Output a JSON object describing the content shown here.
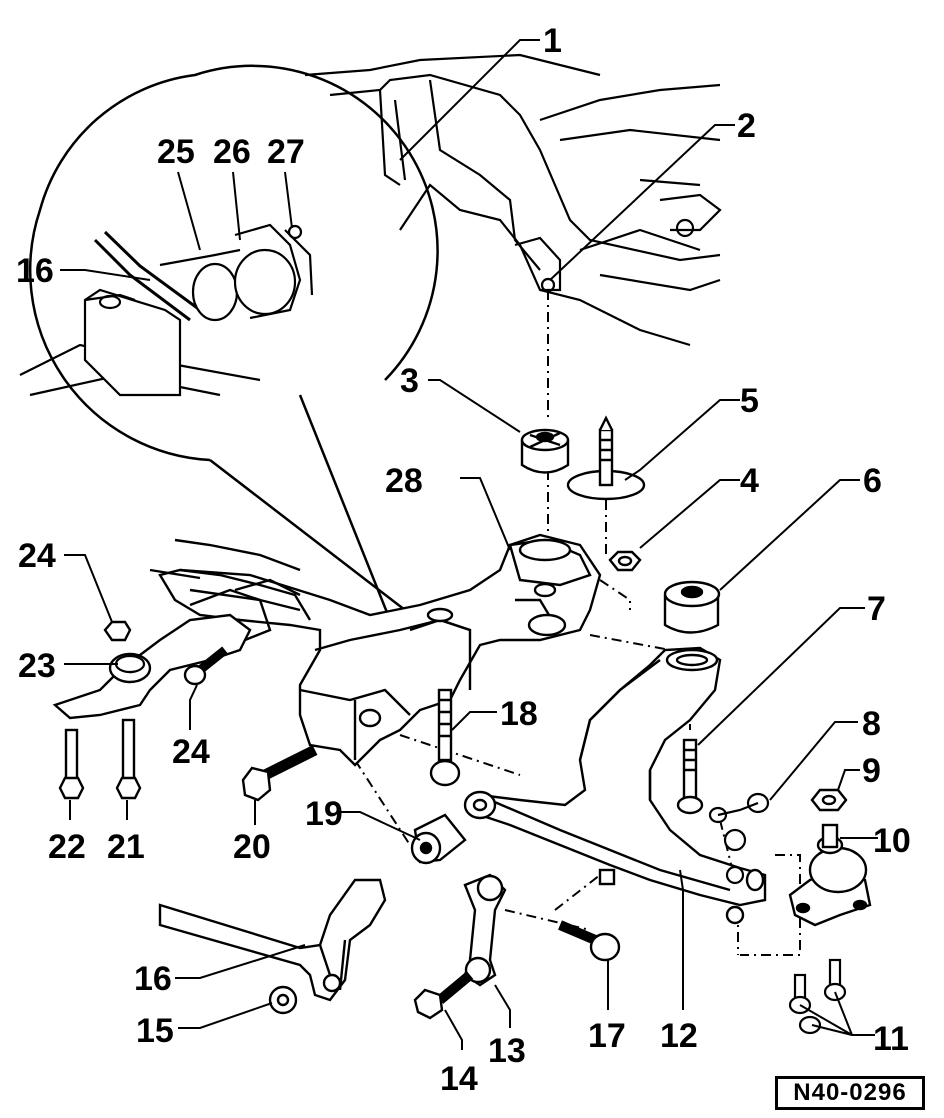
{
  "diagram": {
    "reference_code": "N40-0296",
    "callouts": [
      {
        "id": "1",
        "label": "1"
      },
      {
        "id": "2",
        "label": "2"
      },
      {
        "id": "3",
        "label": "3"
      },
      {
        "id": "4",
        "label": "4"
      },
      {
        "id": "5",
        "label": "5"
      },
      {
        "id": "6",
        "label": "6"
      },
      {
        "id": "7",
        "label": "7"
      },
      {
        "id": "8",
        "label": "8"
      },
      {
        "id": "9",
        "label": "9"
      },
      {
        "id": "10",
        "label": "10"
      },
      {
        "id": "11",
        "label": "11"
      },
      {
        "id": "12",
        "label": "12"
      },
      {
        "id": "13",
        "label": "13"
      },
      {
        "id": "14",
        "label": "14"
      },
      {
        "id": "15",
        "label": "15"
      },
      {
        "id": "16a",
        "label": "16"
      },
      {
        "id": "16b",
        "label": "16"
      },
      {
        "id": "17",
        "label": "17"
      },
      {
        "id": "18",
        "label": "18"
      },
      {
        "id": "19",
        "label": "19"
      },
      {
        "id": "20",
        "label": "20"
      },
      {
        "id": "21",
        "label": "21"
      },
      {
        "id": "22",
        "label": "22"
      },
      {
        "id": "23",
        "label": "23"
      },
      {
        "id": "24a",
        "label": "24"
      },
      {
        "id": "24b",
        "label": "24"
      },
      {
        "id": "25",
        "label": "25"
      },
      {
        "id": "26",
        "label": "26"
      },
      {
        "id": "27",
        "label": "27"
      },
      {
        "id": "28",
        "label": "28"
      }
    ]
  }
}
